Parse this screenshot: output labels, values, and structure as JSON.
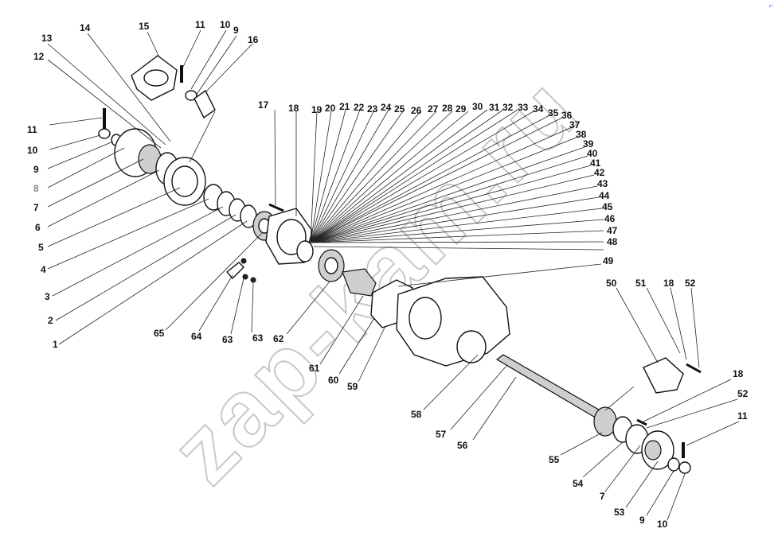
{
  "watermark": "zap-kam.ru",
  "colors": {
    "ink": "#111111",
    "watermark": "#c8c8c8",
    "grey_label": "#888888",
    "corner_accent": "#3b6ed8"
  },
  "corner_mark": "⌐",
  "labels": [
    {
      "id": "l1",
      "text": "1"
    },
    {
      "id": "l2",
      "text": "2"
    },
    {
      "id": "l3",
      "text": "3"
    },
    {
      "id": "l4",
      "text": "4"
    },
    {
      "id": "l5",
      "text": "5"
    },
    {
      "id": "l6",
      "text": "6"
    },
    {
      "id": "l7a",
      "text": "7"
    },
    {
      "id": "l8",
      "text": "8"
    },
    {
      "id": "l9a",
      "text": "9"
    },
    {
      "id": "l10a",
      "text": "10"
    },
    {
      "id": "l11a",
      "text": "11"
    },
    {
      "id": "l12",
      "text": "12"
    },
    {
      "id": "l13",
      "text": "13"
    },
    {
      "id": "l14",
      "text": "14"
    },
    {
      "id": "l15",
      "text": "15"
    },
    {
      "id": "l11b",
      "text": "11"
    },
    {
      "id": "l10b",
      "text": "10"
    },
    {
      "id": "l9b",
      "text": "9"
    },
    {
      "id": "l16",
      "text": "16"
    },
    {
      "id": "l17",
      "text": "17"
    },
    {
      "id": "l18a",
      "text": "18"
    },
    {
      "id": "l19",
      "text": "19"
    },
    {
      "id": "l20",
      "text": "20"
    },
    {
      "id": "l21",
      "text": "21"
    },
    {
      "id": "l22",
      "text": "22"
    },
    {
      "id": "l23",
      "text": "23"
    },
    {
      "id": "l24",
      "text": "24"
    },
    {
      "id": "l25",
      "text": "25"
    },
    {
      "id": "l26",
      "text": "26"
    },
    {
      "id": "l27",
      "text": "27"
    },
    {
      "id": "l28",
      "text": "28"
    },
    {
      "id": "l29",
      "text": "29"
    },
    {
      "id": "l30",
      "text": "30"
    },
    {
      "id": "l31",
      "text": "31"
    },
    {
      "id": "l32",
      "text": "32"
    },
    {
      "id": "l33",
      "text": "33"
    },
    {
      "id": "l34",
      "text": "34"
    },
    {
      "id": "l35",
      "text": "35"
    },
    {
      "id": "l36",
      "text": "36"
    },
    {
      "id": "l37",
      "text": "37"
    },
    {
      "id": "l38",
      "text": "38"
    },
    {
      "id": "l39",
      "text": "39"
    },
    {
      "id": "l40",
      "text": "40"
    },
    {
      "id": "l41",
      "text": "41"
    },
    {
      "id": "l42",
      "text": "42"
    },
    {
      "id": "l43",
      "text": "43"
    },
    {
      "id": "l44",
      "text": "44"
    },
    {
      "id": "l45",
      "text": "45"
    },
    {
      "id": "l46",
      "text": "46"
    },
    {
      "id": "l47",
      "text": "47"
    },
    {
      "id": "l48",
      "text": "48"
    },
    {
      "id": "l49",
      "text": "49"
    },
    {
      "id": "l50",
      "text": "50"
    },
    {
      "id": "l51",
      "text": "51"
    },
    {
      "id": "l18b",
      "text": "18"
    },
    {
      "id": "l52a",
      "text": "52"
    },
    {
      "id": "l18c",
      "text": "18"
    },
    {
      "id": "l52b",
      "text": "52"
    },
    {
      "id": "l11c",
      "text": "11"
    },
    {
      "id": "l7b",
      "text": "7"
    },
    {
      "id": "l53",
      "text": "53"
    },
    {
      "id": "l9c",
      "text": "9"
    },
    {
      "id": "l10c",
      "text": "10"
    },
    {
      "id": "l54",
      "text": "54"
    },
    {
      "id": "l55",
      "text": "55"
    },
    {
      "id": "l56",
      "text": "56"
    },
    {
      "id": "l57",
      "text": "57"
    },
    {
      "id": "l58",
      "text": "58"
    },
    {
      "id": "l59",
      "text": "59"
    },
    {
      "id": "l60",
      "text": "60"
    },
    {
      "id": "l61",
      "text": "61"
    },
    {
      "id": "l62",
      "text": "62"
    },
    {
      "id": "l63a",
      "text": "63"
    },
    {
      "id": "l63b",
      "text": "63"
    },
    {
      "id": "l64",
      "text": "64"
    },
    {
      "id": "l65",
      "text": "65"
    }
  ]
}
